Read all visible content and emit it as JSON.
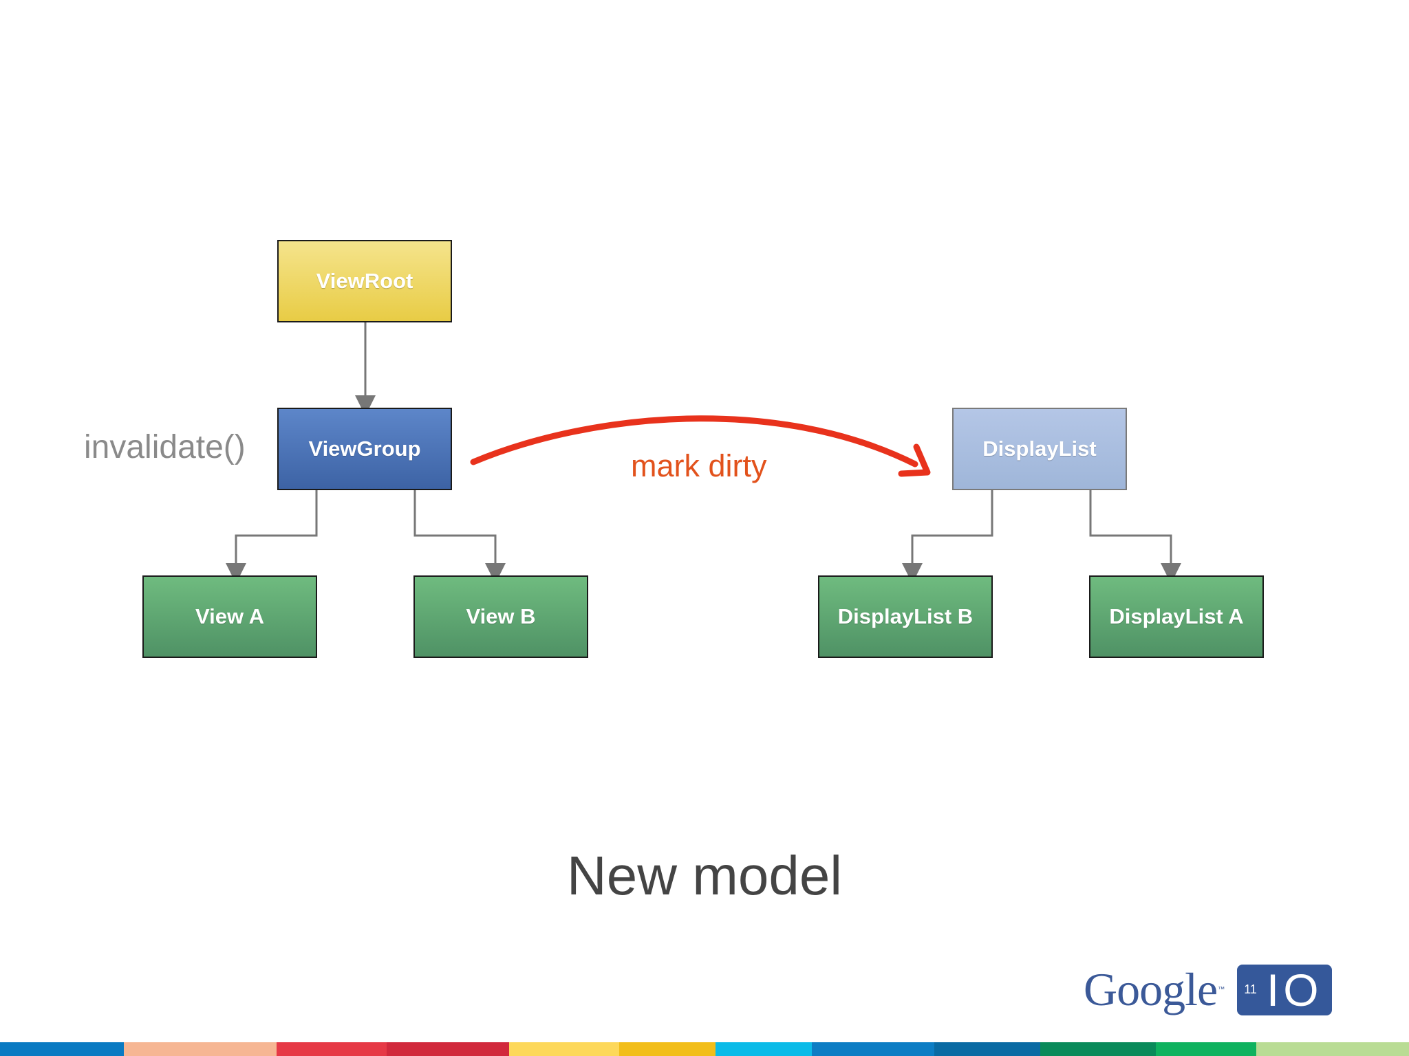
{
  "nodes": {
    "viewroot": "ViewRoot",
    "viewgroup": "ViewGroup",
    "view_a": "View A",
    "view_b": "View B",
    "displaylist": "DisplayList",
    "displaylist_b": "DisplayList B",
    "displaylist_a": "DisplayList A"
  },
  "annotations": {
    "invalidate": "invalidate()",
    "mark_dirty": "mark dirty"
  },
  "slide_title": "New model",
  "logo": {
    "wordmark": "Google",
    "tm": "™",
    "year": "11",
    "io": "I/O"
  },
  "colors": {
    "viewroot": "#e8cc45",
    "viewgroup": "#3d63a5",
    "view_nodes": "#5a9f6e",
    "displaylist": "#a8bde0",
    "connector": "#777777",
    "mark_dirty_arrow": "#e8321c",
    "mark_dirty_text": "#e2521c",
    "bottom_bar": [
      "#0a7ac2",
      "#f6b693",
      "#e63946",
      "#d1293c",
      "#fdd85a",
      "#f2be1a",
      "#0bbbe8",
      "#0d7dc4",
      "#0a6aa3",
      "#0a8a5a",
      "#0fb25f",
      "#b9dc94"
    ]
  },
  "icons": {
    "google_io_logo": "google-io-logo"
  }
}
